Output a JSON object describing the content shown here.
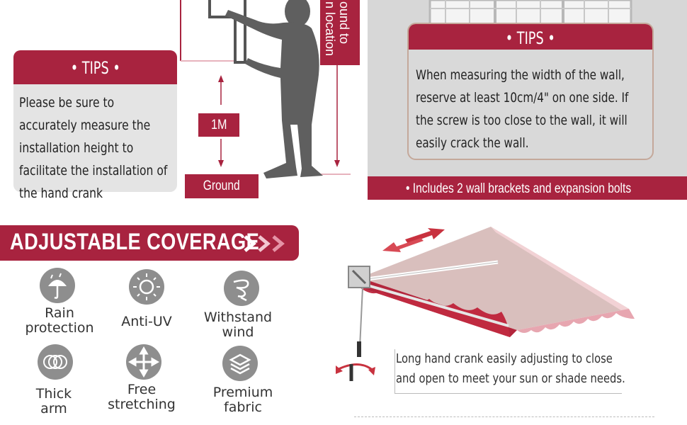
{
  "left_tips": {
    "heading": "• TIPS •",
    "body": "Please be sure to accurately measure the installation height to facilitate the installation of the hand crank"
  },
  "diagram": {
    "height_label": "1M",
    "ground_label": "Ground",
    "vertical_label_1": "ound to",
    "vertical_label_2": "n location"
  },
  "right_tips": {
    "heading": "• TIPS •",
    "body": "When measuring the width of the wall, reserve at least 10cm/4\" on one side. If the screw is too close to the wall, it will easily crack the wall."
  },
  "includes_bar": "•  Includes 2 wall brackets and expansion bolts",
  "coverage": {
    "title": "ADJUSTABLE COVERAGE",
    "features": [
      {
        "icon": "umbrella-rain-icon",
        "label_1": "Rain",
        "label_2": "protection"
      },
      {
        "icon": "sun-icon",
        "label_1": "Anti-UV",
        "label_2": ""
      },
      {
        "icon": "wind-swirl-icon",
        "label_1": "Withstand",
        "label_2": "wind"
      },
      {
        "icon": "thick-arm-icon",
        "label_1": "Thick",
        "label_2": "arm"
      },
      {
        "icon": "free-stretch-arrows-icon",
        "label_1": "Free",
        "label_2": "stretching"
      },
      {
        "icon": "fabric-layers-icon",
        "label_1": "Premium",
        "label_2": "fabric"
      }
    ]
  },
  "crank_caption": {
    "line_1": "Long hand crank easily adjusting to close",
    "line_2": "and open to meet your sun or shade needs."
  },
  "colors": {
    "accent_red": "#a8233f",
    "panel_gray": "#e4e4e4",
    "icon_gray": "#8e8e8e"
  }
}
